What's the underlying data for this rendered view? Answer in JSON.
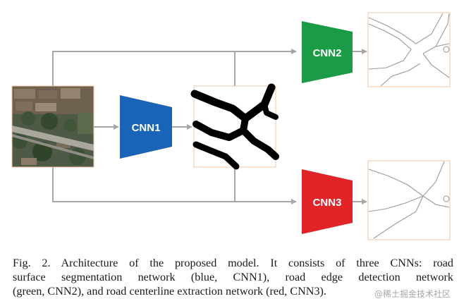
{
  "diagram": {
    "nodes": {
      "cnn1": {
        "label": "CNN1",
        "color": "#1a64b8",
        "role": "road surface segmentation network"
      },
      "cnn2": {
        "label": "CNN2",
        "color": "#1a9c46",
        "role": "road edge detection network"
      },
      "cnn3": {
        "label": "CNN3",
        "color": "#e02428",
        "role": "road centerline extraction network"
      }
    },
    "arrow_color": "#a6a6a6",
    "image_border_color": "#f2c7a4",
    "icons": {
      "input": "aerial-image-icon",
      "segmentation": "segmentation-map-icon",
      "edges": "edge-map-icon",
      "centerline": "centerline-map-icon"
    }
  },
  "caption": {
    "lines": [
      "Fig. 2.   Architecture of the proposed model. It consists of three CNNs: road",
      "surface segmentation network (blue, CNN1), road edge detection network",
      "(green, CNN2), and road centerline extraction network (red, CNN3)."
    ]
  },
  "watermark": "@稀土掘金技术社区"
}
